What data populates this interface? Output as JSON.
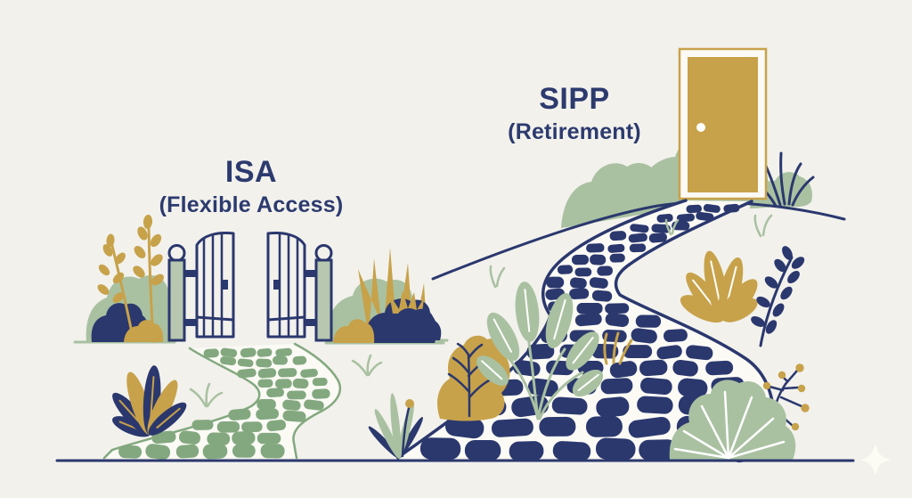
{
  "isa": {
    "title": "ISA",
    "subtitle": "(Flexible Access)"
  },
  "sipp": {
    "title": "SIPP",
    "subtitle": "(Retirement)"
  },
  "colors": {
    "navy": "#2b386e",
    "sage": "#a9c1a1",
    "path_green": "#83a87f",
    "gold": "#c7a24a",
    "post_green": "#b7c7b0",
    "mortar": "#fbfaf5",
    "background": "#f2f1ec",
    "sparkle": "#fdfcf4",
    "text": "#2c3a6e"
  },
  "icons": {
    "gate": "open-gate-icon",
    "door": "golden-door-icon",
    "isa_path": "green-stone-path",
    "sipp_path": "navy-stone-path",
    "sparkle": "four-point-sparkle-icon"
  }
}
